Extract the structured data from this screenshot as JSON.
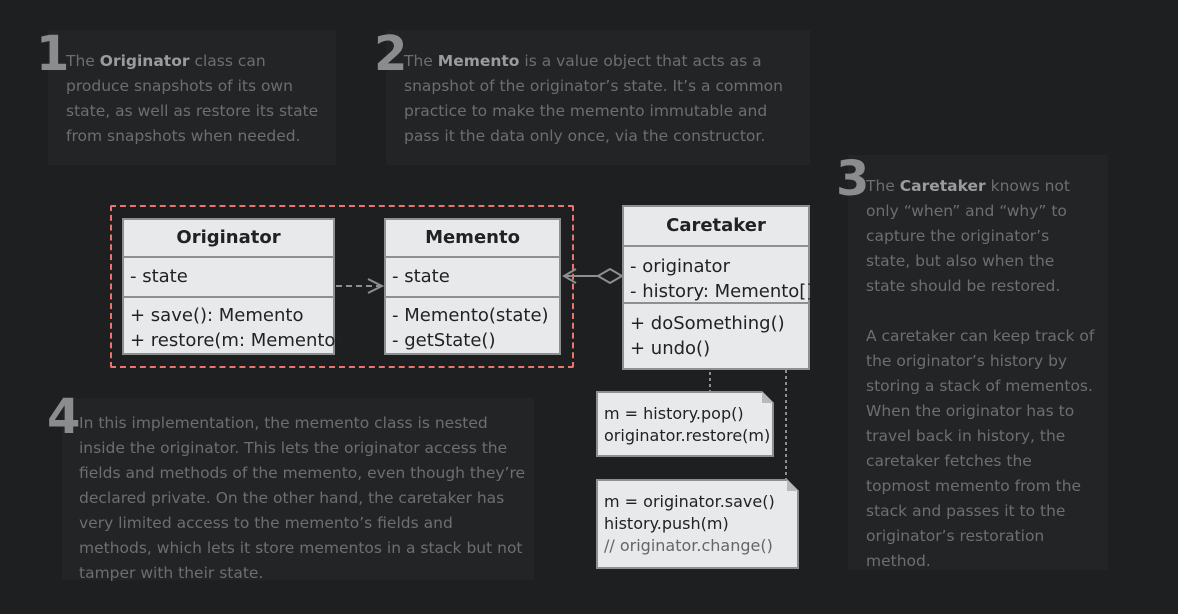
{
  "notes": {
    "n1": {
      "number": "1",
      "pre": "The ",
      "bold": "Originator",
      "post": " class can produce snapshots of its own state, as well as restore its state from snapshots when needed."
    },
    "n2": {
      "number": "2",
      "pre": "The ",
      "bold": "Memento",
      "post": " is a value object that acts as a snapshot of the originator’s state. It’s a common practice to make the memento immutable and pass it the data only once, via the constructor."
    },
    "n3": {
      "number": "3",
      "pre": "The ",
      "bold": "Caretaker",
      "post": " knows not only “when” and “why” to capture the originator’s state, but also when the state should be restored.",
      "para2": "A caretaker can keep track of the originator’s history by storing a stack of mementos. When the originator has to travel back in history, the caretaker fetches the topmost memento from the stack and passes it to the originator’s restoration method."
    },
    "n4": {
      "number": "4",
      "text": "In this implementation, the memento class is nested inside the originator. This lets the originator access the fields and methods of the memento, even though they’re declared private. On the other hand, the caretaker has very limited access to the memento’s fields and methods, which lets it store mementos in a stack but not tamper with their state."
    }
  },
  "classes": {
    "originator": {
      "name": "Originator",
      "fields": [
        "- state"
      ],
      "methods": [
        "+ save(): Memento",
        "+ restore(m: Memento)"
      ]
    },
    "memento": {
      "name": "Memento",
      "fields": [
        "- state"
      ],
      "methods": [
        "- Memento(state)",
        "- getState()"
      ]
    },
    "caretaker": {
      "name": "Caretaker",
      "fields": [
        "- originator",
        "- history: Memento[]"
      ],
      "methods": [
        "+ doSomething()",
        "+ undo()"
      ]
    }
  },
  "code_notes": {
    "undo": [
      "m = history.pop()",
      "originator.restore(m)"
    ],
    "do_something": [
      "m = originator.save()",
      "history.push(m)",
      "// originator.change()"
    ]
  },
  "colors": {
    "background": "#1e1f21",
    "panel": "#232426",
    "nested_border": "#e8766d",
    "box_fill": "#e8e9ea",
    "box_border": "#8e8f90"
  }
}
